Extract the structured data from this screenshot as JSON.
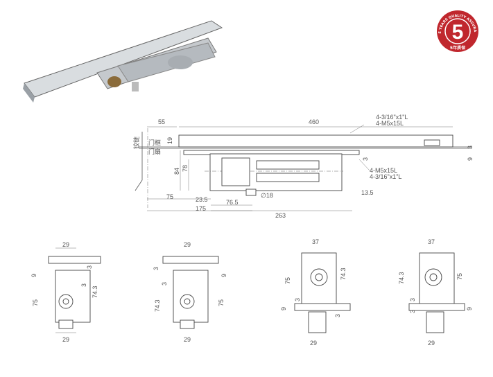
{
  "badge": {
    "text": "FIVE YEARS QUALITY ASSURANCE",
    "number": "5",
    "subtext": "5年质保",
    "color": "#c0272d"
  },
  "main_view": {
    "labels": {
      "hinge": "铰链",
      "frame": "门框",
      "leaf": "门扇"
    },
    "dims": {
      "d55": "55",
      "d460": "460",
      "d19": "19",
      "d84": "84",
      "d78": "78",
      "d75": "75",
      "d23_5": "23.5",
      "d76_5": "76.5",
      "d175": "175",
      "d263": "263",
      "dia18": "∅18",
      "d13_5": "13.5",
      "d3a": "3",
      "d3b": "3",
      "d9": "9"
    },
    "screws_top": [
      "4-3/16\"x1\"L",
      "4-M5x15L"
    ],
    "screws_bottom": [
      "4-M5x15L",
      "4-3/16\"x1\"L"
    ]
  },
  "section_views": [
    {
      "top": "29",
      "bottom": "29",
      "left": "75",
      "right": "74.3",
      "s1": "9",
      "s2": "3",
      "s3": "3"
    },
    {
      "top": "29",
      "bottom": "29",
      "left": "74.3",
      "right": "75",
      "s1": "3",
      "s2": "3",
      "s3": "9"
    },
    {
      "top": "37",
      "bottom": "29",
      "left": "75",
      "right": "74.3",
      "s1": "9",
      "s2": "3",
      "s3": "3"
    },
    {
      "top": "37",
      "bottom": "29",
      "left": "74.3",
      "right": "75",
      "s1": "3",
      "s2": "3",
      "s3": "9"
    }
  ]
}
